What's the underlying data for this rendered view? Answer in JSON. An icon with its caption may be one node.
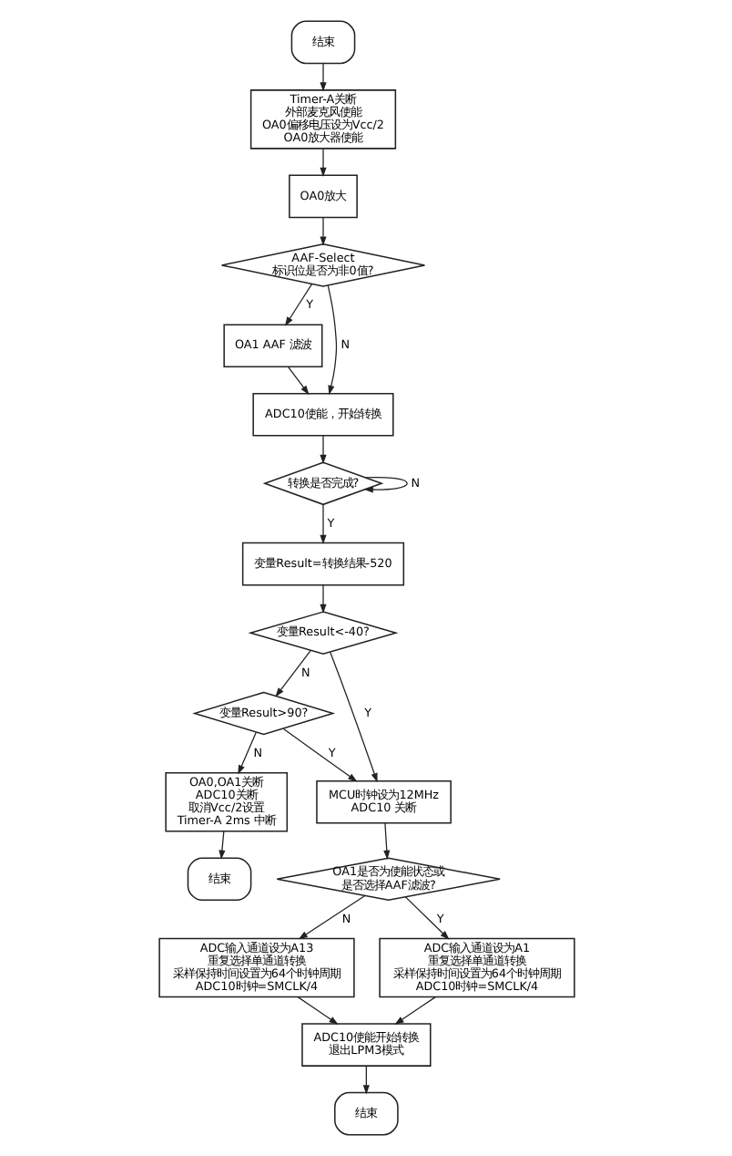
{
  "diagram": {
    "nodes": [
      {
        "text": [
          "结束"
        ]
      },
      {
        "text": [
          "Timer-A关断",
          "外部麦克风使能",
          "OA0偏移电压设为Vcc/2",
          "OA0放大器使能"
        ]
      },
      {
        "text": [
          "OA0放大"
        ]
      },
      {
        "text": [
          "AAF-Select",
          "标识位是否为非0值?"
        ]
      },
      {
        "text": [
          "OA1 AAF 滤波"
        ]
      },
      {
        "text": [
          "ADC10使能，开始转换"
        ]
      },
      {
        "text": [
          "转换是否完成?"
        ]
      },
      {
        "text": [
          "变量Result=转换结果-520"
        ]
      },
      {
        "text": [
          "变量Result<-40?"
        ]
      },
      {
        "text": [
          "变量Result>90?"
        ]
      },
      {
        "text": [
          "OA0,OA1关断",
          "ADC10关断",
          "取消Vcc/2设置",
          "Timer-A 2ms 中断"
        ]
      },
      {
        "text": [
          "结束"
        ]
      },
      {
        "text": [
          "MCU时钟设为12MHz",
          "ADC10 关断"
        ]
      },
      {
        "text": [
          "OA1是否为使能状态或",
          "是否选择AAF滤波?"
        ]
      },
      {
        "text": [
          "ADC输入通道设为A13",
          "重复选择单通道转换",
          "采样保持时间设置为64个时钟周期",
          "ADC10时钟=SMCLK/4"
        ]
      },
      {
        "text": [
          "ADC输入通道设为A1",
          "重复选择单通道转换",
          "采样保持时间设置为64个时钟周期",
          "ADC10时钟=SMCLK/4"
        ]
      },
      {
        "text": [
          "ADC10使能开始转换",
          "退出LPM3模式"
        ]
      },
      {
        "text": [
          "结束"
        ]
      }
    ],
    "edges": [
      {
        "from": 0,
        "to": 1,
        "arrow": "to"
      },
      {
        "from": 1,
        "to": 2,
        "arrow": "to"
      },
      {
        "from": 2,
        "to": 3,
        "arrow": "to"
      },
      {
        "from": 3,
        "to": 4,
        "arrow": "to",
        "label": "Y"
      },
      {
        "from": 3,
        "to": 5,
        "arrow": "to",
        "label": "N"
      },
      {
        "from": 4,
        "to": 5,
        "arrow": "to"
      },
      {
        "from": 5,
        "to": 6,
        "arrow": "to"
      },
      {
        "from": 6,
        "to": 6,
        "arrow": "to",
        "label": "N"
      },
      {
        "from": 6,
        "to": 7,
        "arrow": "to",
        "label": "Y"
      },
      {
        "from": 7,
        "to": 8,
        "arrow": "to"
      },
      {
        "from": 8,
        "to": 9,
        "arrow": "to",
        "label": "N"
      },
      {
        "from": 8,
        "to": 12,
        "arrow": "to",
        "label": "Y"
      },
      {
        "from": 9,
        "to": 12,
        "arrow": "to",
        "label": "Y"
      },
      {
        "from": 9,
        "to": 10,
        "arrow": "to",
        "label": "N"
      },
      {
        "from": 10,
        "to": 11,
        "arrow": "to"
      },
      {
        "from": 12,
        "to": 13,
        "arrow": "to"
      },
      {
        "from": 13,
        "to": 14,
        "arrow": "to",
        "label": "N"
      },
      {
        "from": 13,
        "to": 15,
        "arrow": "to",
        "label": "Y"
      },
      {
        "from": 14,
        "to": 16,
        "arrow": "to"
      },
      {
        "from": 15,
        "to": 16,
        "arrow": "to"
      },
      {
        "from": 16,
        "to": 17,
        "arrow": "to"
      }
    ]
  }
}
